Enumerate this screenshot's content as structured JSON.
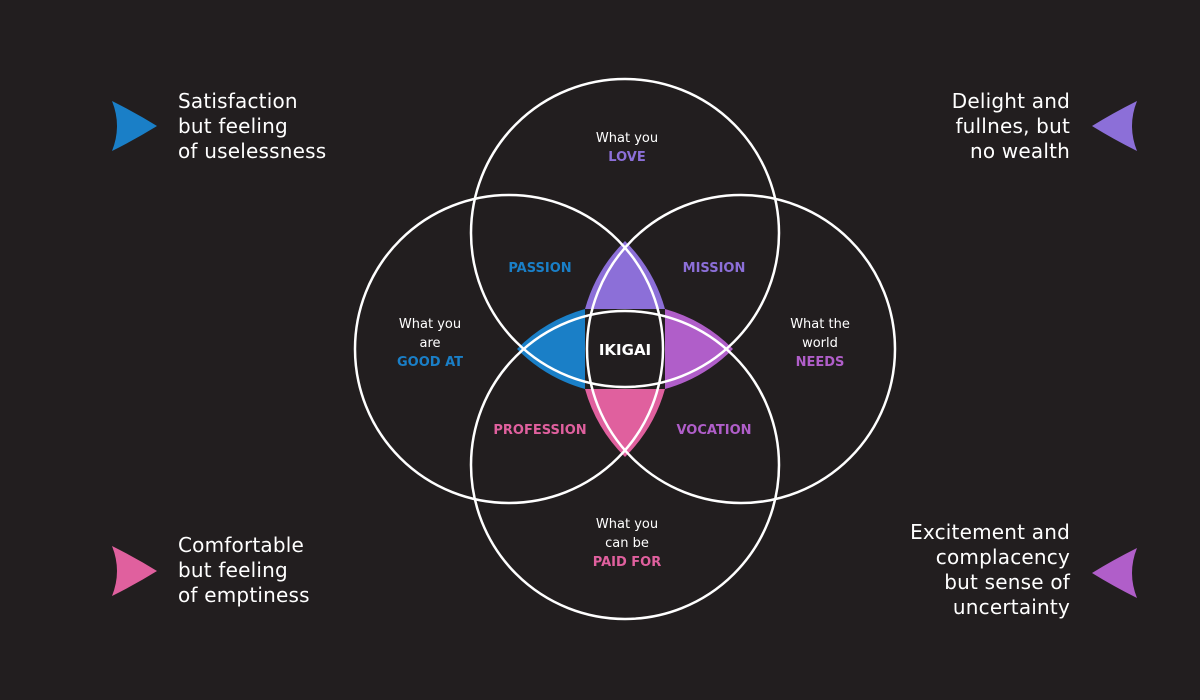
{
  "colors": {
    "background": "#221e1f",
    "blue": "#1a7fc7",
    "lavender": "#8c6fd8",
    "purple": "#b05ec9",
    "pink": "#e0609e",
    "line": "#ffffff"
  },
  "circles": {
    "love": {
      "line1": "What you",
      "key": "LOVE"
    },
    "good_at": {
      "line1": "What you",
      "line2": "are",
      "key": "GOOD AT"
    },
    "world": {
      "line1": "What the",
      "line2": "world",
      "key": "NEEDS"
    },
    "paid": {
      "line1": "What you",
      "line2": "can be",
      "key": "PAID FOR"
    }
  },
  "overlaps": {
    "passion": "PASSION",
    "mission": "MISSION",
    "profession": "PROFESSION",
    "vocation": "VOCATION",
    "center": "IKIGAI"
  },
  "notes": {
    "top_left": [
      "Satisfaction",
      "but feeling",
      "of uselessness"
    ],
    "top_right": [
      "Delight and",
      "fullnes, but",
      "no wealth"
    ],
    "bottom_left": [
      "Comfortable",
      "but feeling",
      "of emptiness"
    ],
    "bottom_right": [
      "Excitement and",
      "complacency",
      "but sense of",
      "uncertainty"
    ]
  },
  "icons": {
    "top_left": "blue-arrowhead-icon",
    "top_right": "lavender-arrowhead-icon",
    "bottom_left": "pink-arrowhead-icon",
    "bottom_right": "purple-arrowhead-icon"
  }
}
